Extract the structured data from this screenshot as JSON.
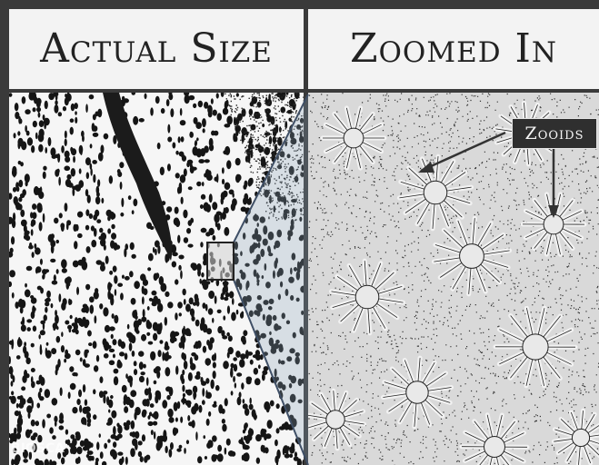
{
  "headers": {
    "left": "Actual Size",
    "right": "Zoomed In"
  },
  "annotation": {
    "label": "Zooids"
  },
  "watermark": "BIOSCA"
}
